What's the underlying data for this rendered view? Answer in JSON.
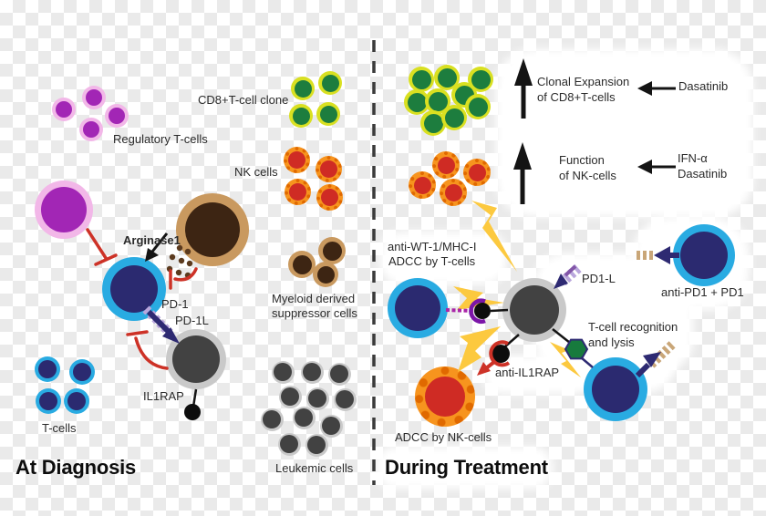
{
  "figure": {
    "description": "Immunology schematic comparing leukemia immune environment at diagnosis versus during treatment"
  },
  "palette": {
    "checker-gray": "#eaeaea",
    "text": "#2a2a2a",
    "ink": "#141414",
    "treg-ring": "#f2b7e8",
    "treg-core": "#a226b5",
    "cd8-ring": "#d9e021",
    "cd8-core": "#1d7d3e",
    "nk-body": "#f7941e",
    "nk-core": "#cf2b24",
    "nk-dot": "#e06900",
    "mdsc-ring": "#c9995f",
    "mdsc-core": "#3d2513",
    "tcell-ring": "#29abe2",
    "tcell-core": "#2b2a70",
    "leuk-ring": "#c9c9c9",
    "leuk-core": "#424242",
    "red": "#cd3227",
    "flash": "#fcc93f",
    "navy": "#2e2a72",
    "purple-light": "#b9a6dc",
    "purple": "#8256a8",
    "magenta": "#aa26a8",
    "tan": "#c9a678",
    "hex-green": "#177a3d"
  },
  "left": {
    "title": "At Diagnosis",
    "labels": {
      "regulatory": "Regulatory T-cells",
      "cd8_clone": "CD8+T-cell clone",
      "nk": "NK cells",
      "arginase": "Arginase1",
      "pd1": "PD-1",
      "pd1l": "PD-1L",
      "il1rap": "IL1RAP",
      "tcells": "T-cells",
      "myeloid_line1": "Myeloid derived",
      "myeloid_line2": "suppressor cells",
      "leukemic": "Leukemic cells"
    }
  },
  "right": {
    "title": "During Treatment",
    "labels": {
      "clonal_line1": "Clonal Expansion",
      "clonal_line2": "of CD8+T-cells",
      "dasatinib": "Dasatinib",
      "function_line1": "Function",
      "function_line2": "of NK-cells",
      "ifn": "IFN-α",
      "dasatinib2": "Dasatinib",
      "antiwt_line1": "anti-WT-1/MHC-I",
      "antiwt_line2": "ADCC by T-cells",
      "pd1l": "PD1-L",
      "antipd1": "anti-PD1 + PD1",
      "recognition_line1": "T-cell recognition",
      "recognition_line2": "and lysis",
      "antiil1rap": "anti-IL1RAP",
      "adcc_nk": "ADCC by NK-cells"
    }
  },
  "icons": {
    "divider": "dashed-vertical-separator",
    "up_arrow": "increase-arrow",
    "flash": "attack-lightning-bolt",
    "t_bar": "inhibition-line",
    "chevron_arrow": "layered-chevron-arrow",
    "hexagon": "antigen-recognition-hexagon",
    "receptor_dot": "receptor-dot"
  },
  "cell_groups": [
    {
      "name": "regulatory-t-cell",
      "type": "treg",
      "ring": 4,
      "cells": [
        [
          70,
          120,
          13
        ],
        [
          103,
          107,
          13
        ],
        [
          128,
          127,
          13
        ],
        [
          100,
          142,
          13
        ]
      ]
    },
    {
      "name": "regulatory-t-cell-large",
      "type": "treg",
      "ring": 7,
      "cells": [
        [
          70,
          230,
          32
        ]
      ]
    },
    {
      "name": "cd8-clone-cell",
      "type": "cd8",
      "ring": 3.5,
      "cells": [
        [
          332,
          97,
          13
        ],
        [
          362,
          91,
          13
        ],
        [
          330,
          127,
          13
        ],
        [
          360,
          125,
          13
        ]
      ]
    },
    {
      "name": "nk-cell",
      "type": "nk",
      "ring": 5,
      "cells": [
        [
          325,
          175,
          14.5
        ],
        [
          360,
          185,
          14.5
        ],
        [
          326,
          210,
          14.5
        ],
        [
          361,
          216,
          14.5
        ]
      ]
    },
    {
      "name": "mdsc-large",
      "type": "mdsc",
      "ring": 10,
      "cells": [
        [
          233,
          252,
          40
        ]
      ]
    },
    {
      "name": "t-cell-main",
      "type": "tcell",
      "ring": 9,
      "cells": [
        [
          147,
          317,
          35
        ]
      ]
    },
    {
      "name": "leukemic-cell-large",
      "type": "leuk",
      "ring": 7,
      "cells": [
        [
          215,
          394,
          33
        ]
      ]
    },
    {
      "name": "t-cell",
      "type": "tcell",
      "ring": 4,
      "cells": [
        [
          52,
          405,
          14
        ],
        [
          90,
          408,
          14
        ],
        [
          53,
          440,
          14
        ],
        [
          84,
          440,
          14
        ]
      ]
    },
    {
      "name": "mdsc",
      "type": "mdsc",
      "ring": 4.5,
      "cells": [
        [
          331,
          290,
          15
        ],
        [
          364,
          275,
          15
        ],
        [
          357,
          301,
          14
        ]
      ]
    },
    {
      "name": "leukemic-cell",
      "type": "leuk",
      "ring": 2.5,
      "cells": [
        [
          310,
          408,
          12.5
        ],
        [
          342,
          408,
          12.5
        ],
        [
          372,
          410,
          12.5
        ],
        [
          318,
          435,
          12.5
        ],
        [
          348,
          437,
          12.5
        ],
        [
          378,
          438,
          12.5
        ],
        [
          298,
          460,
          12.5
        ],
        [
          333,
          458,
          12.5
        ],
        [
          363,
          467,
          12.5
        ],
        [
          317,
          487,
          12.5
        ],
        [
          347,
          488,
          12.5
        ]
      ]
    },
    {
      "name": "expanded-cd8-cell",
      "type": "cd8",
      "ring": 3.5,
      "cells": [
        [
          462,
          87,
          14
        ],
        [
          490,
          85,
          14
        ],
        [
          527,
          87,
          14
        ],
        [
          457,
          112,
          14
        ],
        [
          480,
          111,
          14
        ],
        [
          509,
          104,
          14
        ],
        [
          524,
          117,
          14
        ],
        [
          475,
          135,
          14
        ],
        [
          498,
          129,
          14
        ]
      ]
    },
    {
      "name": "activated-nk-cell",
      "type": "nk",
      "ring": 5.5,
      "cells": [
        [
          489,
          181,
          15
        ],
        [
          523,
          189,
          15
        ],
        [
          463,
          203,
          15
        ],
        [
          497,
          211,
          15
        ]
      ]
    },
    {
      "name": "t-cell-adcc",
      "type": "tcell",
      "ring": 8,
      "cells": [
        [
          458,
          338,
          33
        ]
      ]
    },
    {
      "name": "leukemic-cell-target",
      "type": "leuk",
      "ring": 8,
      "cells": [
        [
          586,
          340,
          35
        ]
      ]
    },
    {
      "name": "nk-cell-adcc",
      "type": "nk",
      "ring": 11,
      "cells": [
        [
          488,
          435,
          33
        ]
      ]
    },
    {
      "name": "t-cell-lysis",
      "type": "tcell",
      "ring": 9,
      "cells": [
        [
          675,
          427,
          35
        ]
      ]
    },
    {
      "name": "t-cell-antipd1",
      "type": "tcell",
      "ring": 8,
      "cells": [
        [
          772,
          280,
          34
        ]
      ]
    }
  ]
}
